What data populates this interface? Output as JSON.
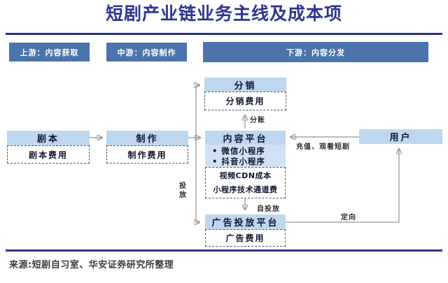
{
  "title": "短剧产业链业务主线及成本项",
  "segments": {
    "upstream": "上游：内容获取",
    "midstream": "中游：内容制作",
    "downstream": "下游：内容分发"
  },
  "nodes": {
    "script": {
      "label": "剧本",
      "cost": "剧本费用"
    },
    "production": {
      "label": "制作",
      "cost": "制作费用"
    },
    "distribution": {
      "label": "分销",
      "cost": "分销费用"
    },
    "content_platform": {
      "label": "内容平台",
      "bullets": [
        "微信小程序",
        "抖音小程序"
      ],
      "costs": [
        "视频CDN成本",
        "小程序技术通道费"
      ]
    },
    "ad_platform": {
      "label": "广告投放平台",
      "cost": "广告费用"
    },
    "user": {
      "label": "用户"
    }
  },
  "edge_labels": {
    "revenue_share": "分账",
    "recharge_watch": "充值、观看短剧",
    "placement": "投放",
    "self_placement": "自投放",
    "targeting": "定向"
  },
  "source": "来源:短剧自习室、华安证券研究所整理",
  "colors": {
    "title_navy": "#2e3590",
    "rule_navy": "#2c3487",
    "segment_blue": "#4a74ab",
    "node_header_blue": "#bdd7ee",
    "node_bullets_blue": "#cfe1f2",
    "connector_gray": "#949494",
    "dashed_border": "#555555"
  }
}
